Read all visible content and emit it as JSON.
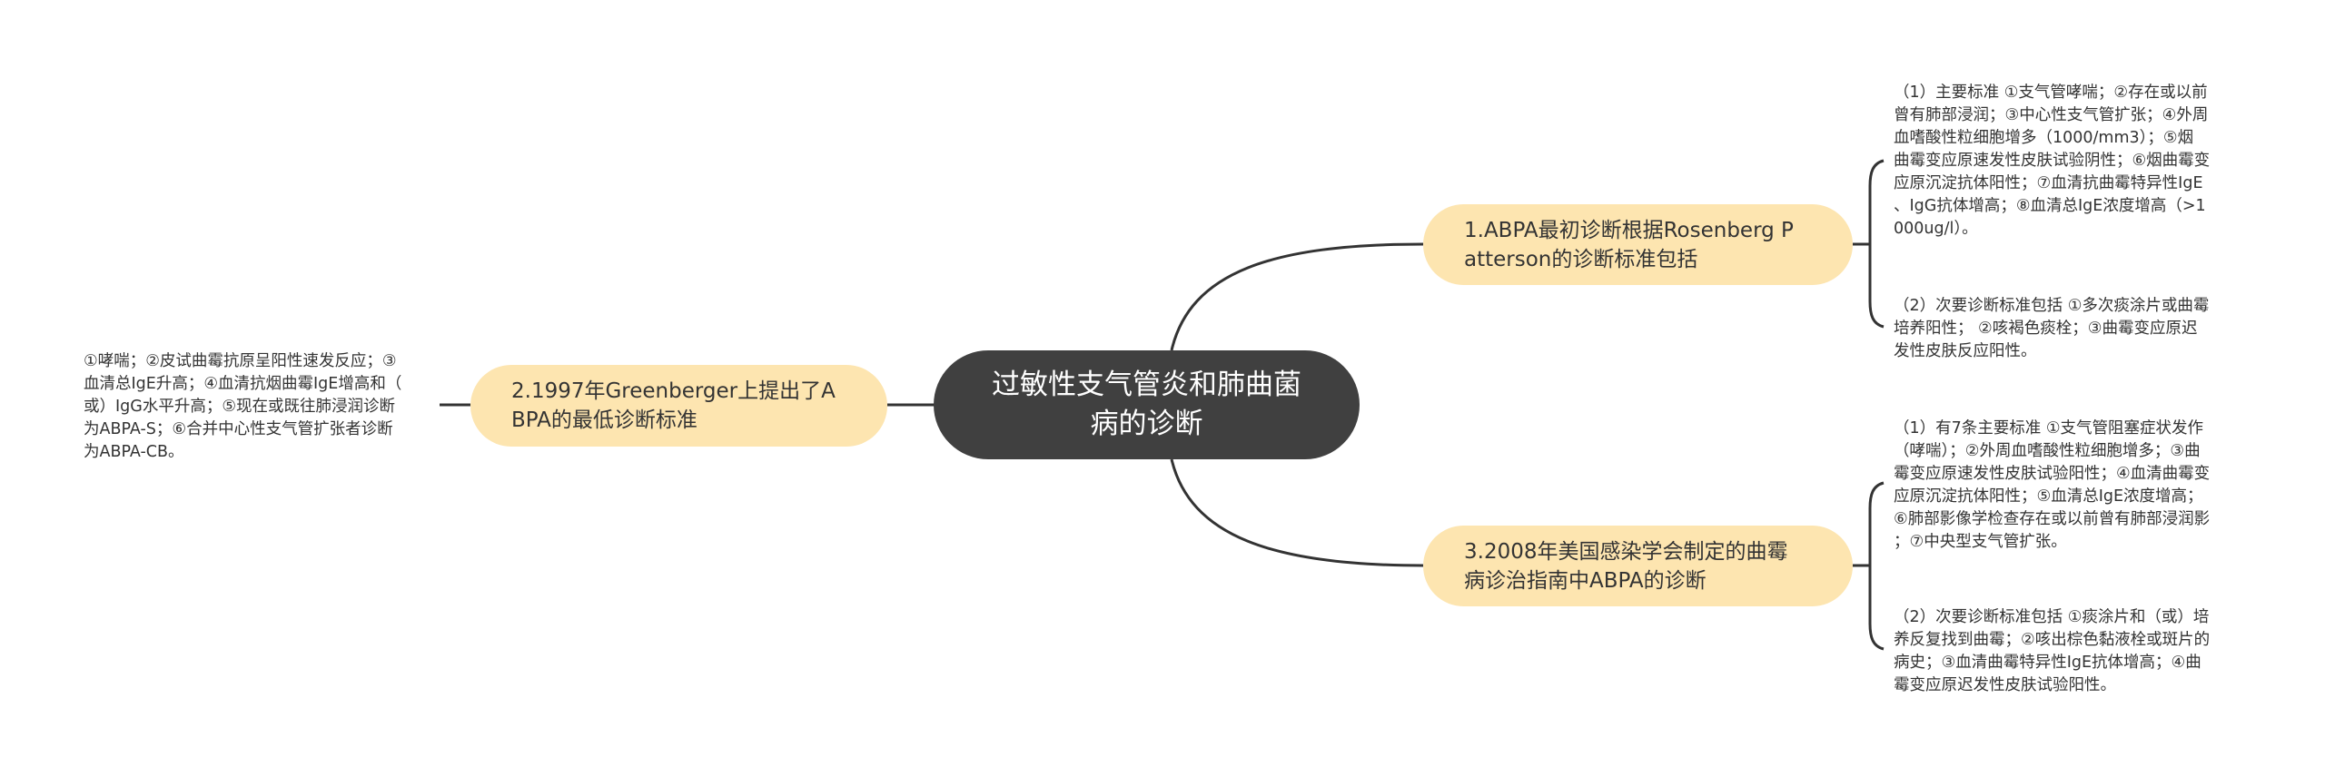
{
  "center": {
    "lines": [
      "过敏性支气管炎和肺曲菌",
      "病的诊断"
    ]
  },
  "branches": [
    {
      "id": "1",
      "lines": [
        "1.ABPA最初诊断根据Rosenberg P",
        "atterson的诊断标准包括"
      ],
      "leaves": [
        {
          "lines": [
            "（1）主要标准 ①支气管哮喘；②存在或以前",
            "曾有肺部浸润；③中心性支气管扩张；④外周",
            "血嗜酸性粒细胞增多（1000/mm3）；⑤烟",
            "曲霉变应原速发性皮肤试验阴性；⑥烟曲霉变",
            "应原沉淀抗体阳性；⑦血清抗曲霉特异性IgE",
            "、IgG抗体增高；⑧血清总IgE浓度增高（>1",
            "000ug/l）。"
          ]
        },
        {
          "lines": [
            "（2）次要诊断标准包括 ①多次痰涂片或曲霉",
            "培养阳性； ②咳褐色痰栓；③曲霉变应原迟",
            "发性皮肤反应阳性。"
          ]
        }
      ]
    },
    {
      "id": "2",
      "lines": [
        "2.1997年Greenberger上提出了A",
        "BPA的最低诊断标准"
      ],
      "leaves": [
        {
          "lines": [
            "①哮喘；②皮试曲霉抗原呈阳性速发反应；③",
            "血清总IgE升高；④血清抗烟曲霉IgE增高和（",
            "或）IgG水平升高；⑤现在或既往肺浸润诊断",
            "为ABPA-S；⑥合并中心性支气管扩张者诊断",
            "为ABPA-CB。"
          ]
        }
      ]
    },
    {
      "id": "3",
      "lines": [
        "3.2008年美国感染学会制定的曲霉",
        "病诊治指南中ABPA的诊断"
      ],
      "leaves": [
        {
          "lines": [
            "（1）有7条主要标准 ①支气管阻塞症状发作",
            "（哮喘）；②外周血嗜酸性粒细胞增多；③曲",
            "霉变应原速发性皮肤试验阳性；④血清曲霉变",
            "应原沉淀抗体阳性；⑤血清总IgE浓度增高；",
            "⑥肺部影像学检查存在或以前曾有肺部浸润影",
            "；⑦中央型支气管扩张。"
          ]
        },
        {
          "lines": [
            "（2）次要诊断标准包括 ①痰涂片和（或）培",
            "养反复找到曲霉；②咳出棕色黏液栓或斑片的",
            "病史；③血清曲霉特异性IgE抗体增高；④曲",
            "霉变应原迟发性皮肤试验阳性。"
          ]
        }
      ]
    }
  ],
  "colors": {
    "center_fill": "#404040",
    "branch_fill": "#fde5b0",
    "line": "#333333",
    "text": "#333333"
  }
}
